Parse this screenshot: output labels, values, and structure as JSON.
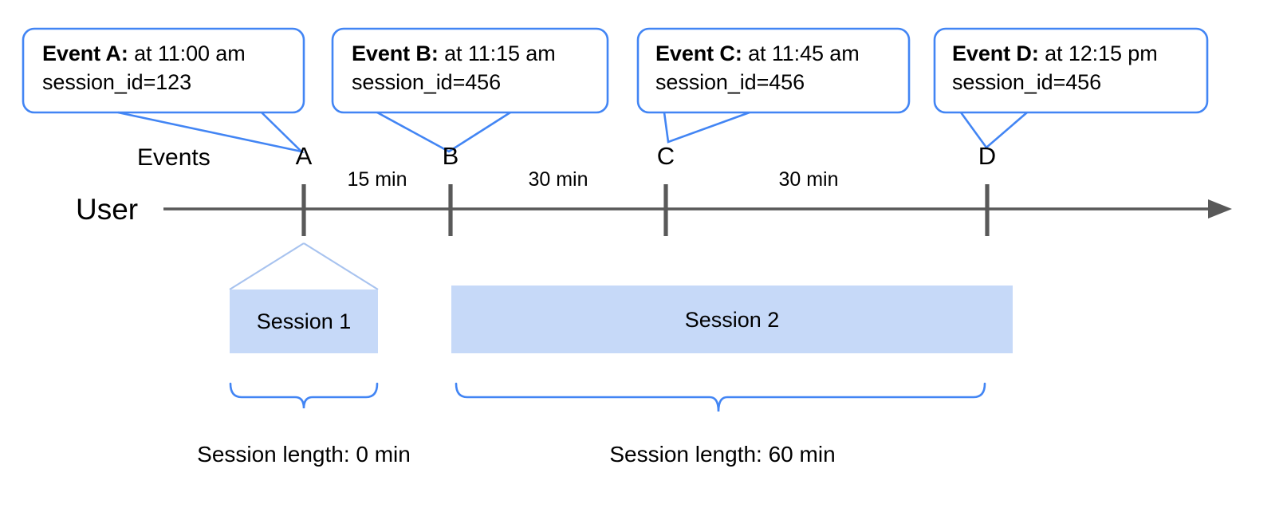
{
  "diagram": {
    "title_row_labels": {
      "events": "Events",
      "user": "User"
    },
    "accent_blue": "#4285f4",
    "session_fill": "#c6d9f8",
    "axis_gray": "#595959",
    "callouts": [
      {
        "lead": "Event A:",
        "rest": " at 11:00 am",
        "line2": "session_id=123"
      },
      {
        "lead": "Event B:",
        "rest": " at 11:15 am",
        "line2": "session_id=456"
      },
      {
        "lead": "Event C:",
        "rest": " at 11:45 am",
        "line2": "session_id=456"
      },
      {
        "lead": "Event D:",
        "rest": " at 12:15 pm",
        "line2": "session_id=456"
      }
    ],
    "markers": [
      {
        "label": "A"
      },
      {
        "label": "B"
      },
      {
        "label": "C"
      },
      {
        "label": "D"
      }
    ],
    "gaps": [
      {
        "label": "15 min"
      },
      {
        "label": "30 min"
      },
      {
        "label": "30 min"
      }
    ],
    "sessions": [
      {
        "name": "Session 1",
        "length_label": "Session length: 0 min"
      },
      {
        "name": "Session 2",
        "length_label": "Session length: 60 min"
      }
    ]
  }
}
